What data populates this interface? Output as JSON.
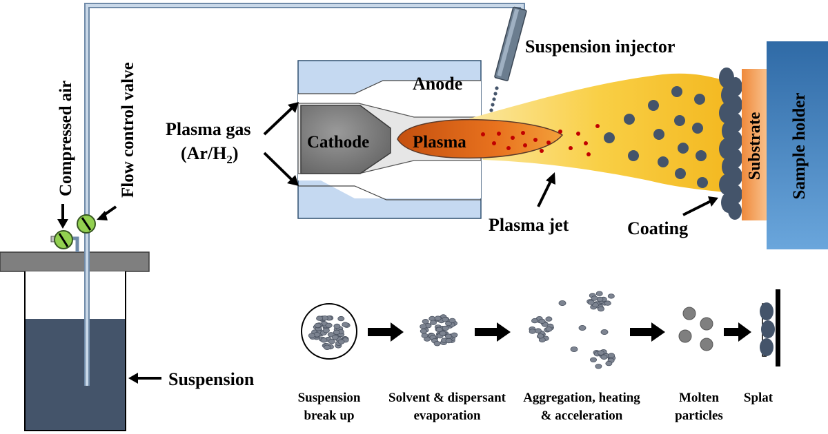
{
  "labels": {
    "compressed_air": "Compressed air",
    "flow_control_valve": "Flow control valve",
    "suspension_injector": "Suspension injector",
    "anode": "Anode",
    "cathode": "Cathode",
    "plasma": "Plasma",
    "plasma_gas_line1": "Plasma gas",
    "plasma_gas_line2_prefix": "(Ar/H",
    "plasma_gas_line2_sub": "2",
    "plasma_gas_line2_suffix": ")",
    "plasma_jet": "Plasma jet",
    "coating": "Coating",
    "substrate": "Substrate",
    "sample_holder": "Sample holder",
    "suspension": "Suspension"
  },
  "stages": [
    {
      "line1": "Suspension",
      "line2": "break up"
    },
    {
      "line1": "Solvent & dispersant",
      "line2": "evaporation"
    },
    {
      "line1": "Aggregation, heating",
      "line2": "& acceleration"
    },
    {
      "line1": "Molten",
      "line2": "particles"
    },
    {
      "line1": "Splat",
      "line2": ""
    }
  ],
  "colors": {
    "anode_fill": "#c5d9f1",
    "cathode_fill": "#7f7f7f",
    "plasma_fill": "#e06a1b",
    "jet_yellow": "#f7c630",
    "particle": "#44546a",
    "red_droplet": "#c00000",
    "substrate": "#f4a460",
    "sample_holder": "#2e75b6",
    "suspension_liquid": "#44546a",
    "valve": "#92d050"
  }
}
